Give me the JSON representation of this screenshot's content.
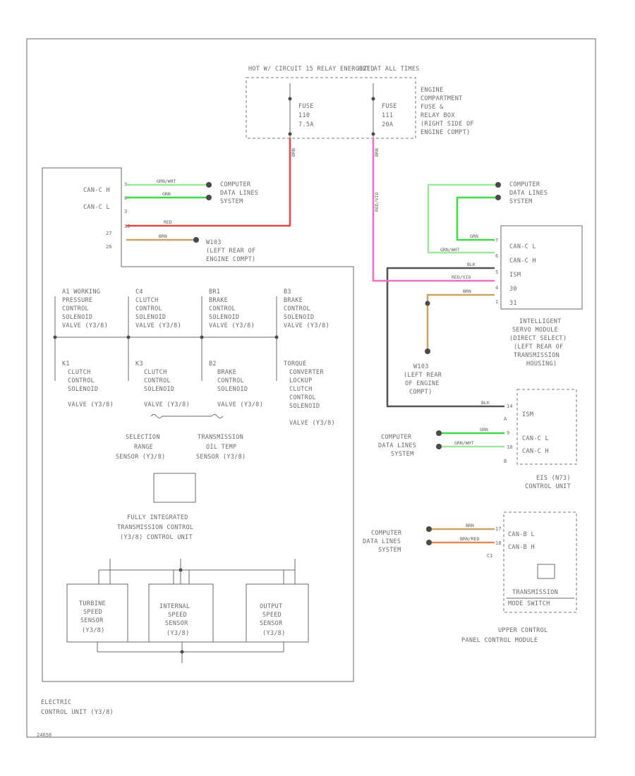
{
  "fuse_box": {
    "hot_run_label": "HOT W/ CIRCUIT 15 RELAY ENERGIZED",
    "hot_at_all_times_label": "HOT AT ALL TIMES",
    "fuse1": [
      "FUSE",
      "110",
      "7.5A"
    ],
    "fuse2": [
      "FUSE",
      "111",
      "20A"
    ],
    "fuse_box_name": [
      "ENGINE",
      "COMPARTMENT",
      "FUSE &",
      "RELAY BOX",
      "(RIGHT SIDE OF",
      "ENGINE COMPT)"
    ]
  },
  "tcm": {
    "pins_left": [
      "CAN-C H",
      "CAN-C L"
    ],
    "pin_numbers": [
      "7",
      "8",
      "3",
      "10",
      "27",
      "26"
    ],
    "splice_label": [
      "W103",
      "(LEFT REAR OF",
      "ENGINE COMPT)"
    ],
    "solenoids_top": [
      [
        "A1 WORKING",
        "PRESSURE",
        "CONTROL",
        "SOLENOID",
        "VALVE (Y3/8)"
      ],
      [
        "C4",
        "CLUTCH",
        "CONTROL",
        "SOLENOID",
        "VALVE (Y3/8)"
      ],
      [
        "BR1",
        "BRAKE",
        "CONTROL",
        "SOLENOID",
        "VALVE (Y3/8)"
      ],
      [
        "B3",
        "BRAKE",
        "CONTROL",
        "SOLENOID",
        "VALVE (Y3/8)"
      ]
    ],
    "solenoids_bottom": [
      [
        "K1",
        "CLUTCH",
        "CONTROL",
        "SOLENOID",
        "VALVE (Y3/8)"
      ],
      [
        "K3",
        "CLUTCH",
        "CONTROL",
        "SOLENOID",
        "VALVE (Y3/8)"
      ],
      [
        "B2",
        "BRAKE",
        "CONTROL",
        "SOLENOID",
        "VALVE (Y3/8)"
      ],
      [
        "TORQUE",
        "CONVERTER",
        "LOCKUP",
        "CLUTCH",
        "CONTROL",
        "SOLENOID",
        "VALVE (Y3/8)"
      ]
    ],
    "range_sensor": [
      "SELECTION",
      "RANGE",
      "SENSOR (Y3/8)"
    ],
    "oil_temp_sensor": [
      "TRANSMISSION",
      "OIL TEMP",
      "SENSOR (Y3/8)"
    ],
    "tcu_label": [
      "FULLY INTEGRATED",
      "TRANSMISSION CONTROL",
      "(Y3/8) CONTROL UNIT"
    ],
    "speed_sensors": [
      [
        "TURBINE",
        "SPEED",
        "SENSOR",
        "(Y3/8)"
      ],
      [
        "INTERNAL",
        "SPEED",
        "SENSOR",
        "(Y3/8)"
      ],
      [
        "OUTPUT",
        "SPEED",
        "SENSOR",
        "(Y3/8)"
      ]
    ],
    "unit_label": [
      "ELECTRIC",
      "CONTROL UNIT (Y3/8)"
    ]
  },
  "wires": {
    "grn_wht": "GRN/WHT",
    "grn": "GRN",
    "red": "RED",
    "brn": "BRN",
    "blk": "BLK",
    "red_vio": "RED/VIO",
    "brn_red": "BRN/RED"
  },
  "isc": {
    "pins": [
      "CAN-C L",
      "CAN-C H",
      "ISM",
      "30",
      "31"
    ],
    "label": [
      "INTELLIGENT",
      "SERVO MODULE",
      "(DIRECT SELECT)",
      "(LEFT REAR OF",
      "TRANSMISSION",
      "HOUSING)"
    ],
    "splice_label": [
      "W103",
      "(LEFT REAR",
      "OF ENGINE",
      "COMPT)"
    ]
  },
  "eis": {
    "pins": [
      "ISM",
      "CAN-C L",
      "CAN-C H"
    ],
    "label": [
      "EIS (N73)",
      "CONTROL UNIT"
    ]
  },
  "upper_panel": {
    "pins": [
      "CAN-B L",
      "CAN-B H"
    ],
    "switch_label": [
      "TRANSMISSION",
      "MODE SWITCH"
    ],
    "label": [
      "UPPER CONTROL",
      "PANEL CONTROL MODULE"
    ]
  },
  "data_lines_label": [
    "COMPUTER",
    "DATA LINES",
    "SYSTEM"
  ],
  "page_code": "24658",
  "colors": {
    "red": "#e8474a",
    "green": "#3fd94a",
    "green_white": "#9fe89a",
    "brown": "#c9a46a",
    "pink": "#f06ec8",
    "black": "#555555",
    "brown_red": "#e08a5a"
  }
}
